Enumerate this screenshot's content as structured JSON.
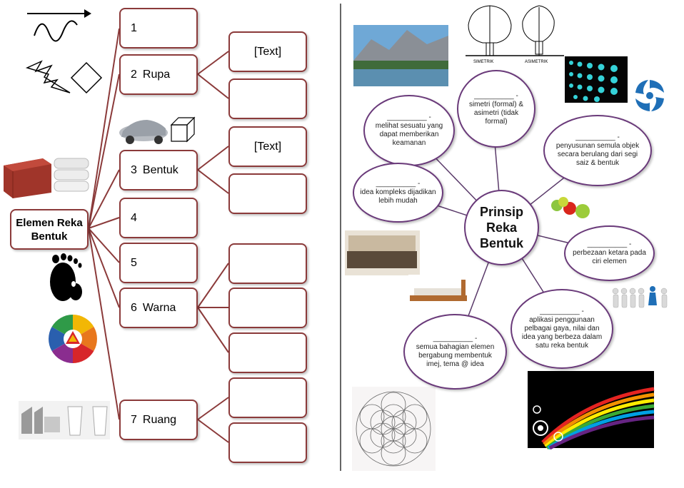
{
  "left": {
    "root_label": "Elemen Reka Bentuk",
    "elements": [
      {
        "num": "1",
        "label": ""
      },
      {
        "num": "2",
        "label": "Rupa"
      },
      {
        "num": "3",
        "label": "Bentuk"
      },
      {
        "num": "4",
        "label": ""
      },
      {
        "num": "5",
        "label": ""
      },
      {
        "num": "6",
        "label": "Warna"
      },
      {
        "num": "7",
        "label": "Ruang"
      }
    ],
    "placeholder_text": "[Text]"
  },
  "right": {
    "center_label": "Prinsip Reka Bentuk",
    "symmetry_labels": [
      "SIMETRIK",
      "ASIMETRIK"
    ],
    "bubbles": [
      {
        "blank": "__________ -",
        "text": "melihat sesuatu yang dapat memberikan keamanan"
      },
      {
        "blank": "__________ -",
        "text": "simetri (formal) & asimetri (tidak formal)"
      },
      {
        "blank": "__________ -",
        "text": "penyusunan semula objek secara berulang dari segi saiz & bentuk"
      },
      {
        "blank": "__________ -",
        "text": "idea kompleks dijadikan lebih mudah"
      },
      {
        "blank": "__________ -",
        "text": "perbezaan ketara pada ciri elemen"
      },
      {
        "blank": "__________ -",
        "text": "aplikasi penggunaan pelbagai gaya, nilai dan idea yang berbeza dalam satu reka bentuk"
      },
      {
        "blank": "__________ -",
        "text": "semua bahagian elemen bergabung membentuk imej, tema @ idea"
      }
    ]
  },
  "colors": {
    "box_border": "#8b3a3a",
    "bubble_border": "#6a3a7a",
    "connector": "#8b3a3a",
    "divider": "#333333"
  },
  "icons": [
    "arrow-line-icon",
    "wave-icon",
    "zigzag-icon",
    "diamond-icon",
    "car-icon",
    "cube-icon",
    "brick-icon",
    "towel-icon",
    "footprint-icon",
    "color-wheel-icon",
    "cups-icon",
    "mountain-photo",
    "tree-symmetry-icon",
    "dots-pattern-icon",
    "swirl-logo-icon",
    "apples-icon",
    "bed-photo",
    "people-figures-icon",
    "flower-of-life-icon",
    "rainbow-graphic-icon"
  ]
}
